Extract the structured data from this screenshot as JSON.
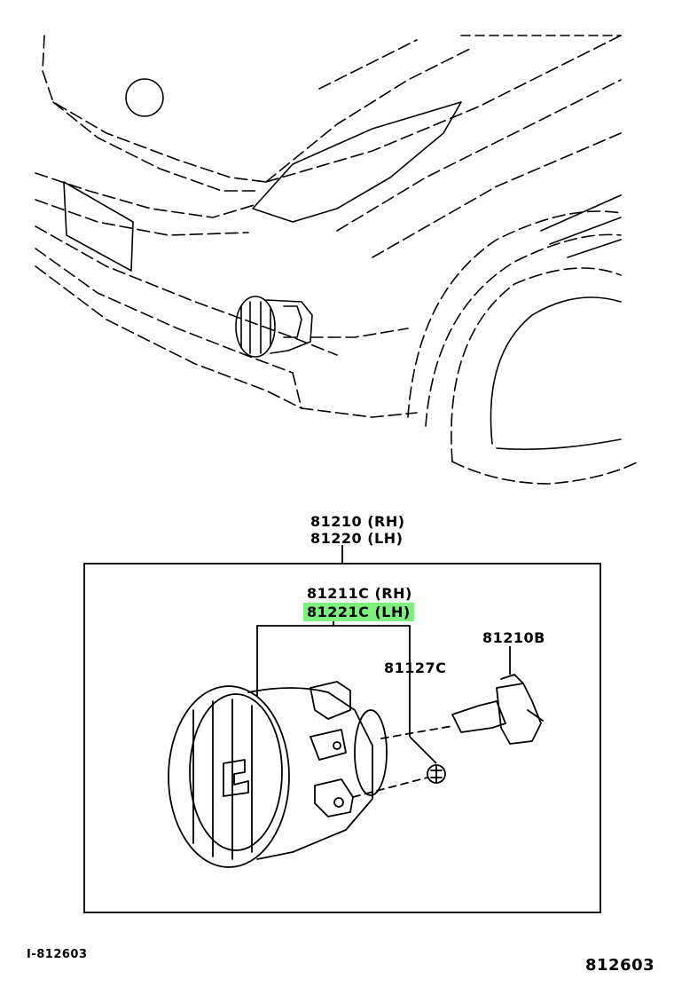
{
  "labels": {
    "assembly_rh": "81210 (RH)",
    "assembly_lh": "81220 (LH)",
    "unit_rh": "81211C (RH)",
    "unit_lh": "81221C (LH)",
    "bulb": "81210B",
    "socket": "81127C",
    "diagram_code_left": "I-812603",
    "diagram_code_right": "812603"
  },
  "highlight_color": "#7CF27C"
}
